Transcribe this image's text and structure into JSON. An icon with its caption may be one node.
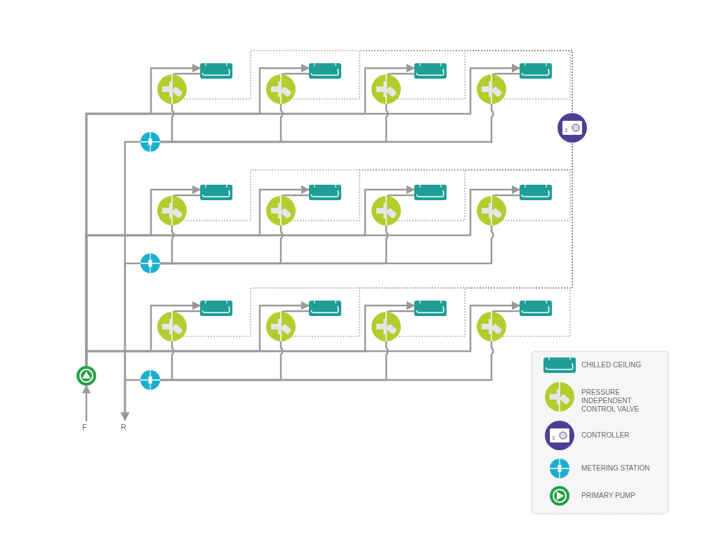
{
  "diagram": {
    "nodes": [
      {
        "text": [],
        "shape": "box"
      },
      {
        "text": [],
        "shape": "circle"
      },
      {
        "text": [],
        "shape": "box"
      },
      {
        "text": [],
        "shape": "circle"
      },
      {
        "text": [],
        "shape": "box"
      },
      {
        "text": [],
        "shape": "circle"
      },
      {
        "text": [],
        "shape": "box"
      },
      {
        "text": [],
        "shape": "circle"
      },
      {
        "text": [],
        "shape": "circle"
      },
      {
        "text": [],
        "shape": "circle"
      },
      {
        "text": [],
        "shape": "box"
      },
      {
        "text": [],
        "shape": "circle"
      },
      {
        "text": [],
        "shape": "box"
      },
      {
        "text": [],
        "shape": "circle"
      },
      {
        "text": [],
        "shape": "box"
      },
      {
        "text": [],
        "shape": "circle"
      },
      {
        "text": [],
        "shape": "box"
      },
      {
        "text": [],
        "shape": "circle"
      },
      {
        "text": [],
        "shape": "circle"
      },
      {
        "text": [],
        "shape": "box"
      },
      {
        "text": [],
        "shape": "circle"
      },
      {
        "text": [],
        "shape": "box"
      },
      {
        "text": [],
        "shape": "circle"
      },
      {
        "text": [],
        "shape": "box"
      },
      {
        "text": [],
        "shape": "circle"
      },
      {
        "text": [],
        "shape": "box"
      },
      {
        "text": [],
        "shape": "circle"
      },
      {
        "text": [],
        "shape": "circle"
      },
      {
        "text": [],
        "shape": "circle"
      },
      {
        "text": [
          "F"
        ]
      },
      {
        "text": [
          "R"
        ]
      }
    ],
    "edges": [
      {
        "from": 29,
        "to": 28,
        "arrow": "to"
      },
      {
        "from": 28,
        "to": 0,
        "arrow": "to"
      },
      {
        "from": 0,
        "to": 1,
        "arrow": "none"
      },
      {
        "from": 1,
        "to": 9,
        "arrow": "none"
      },
      {
        "from": 8,
        "to": 1,
        "arrow": "none",
        "style": "dashed"
      },
      {
        "from": 28,
        "to": 2,
        "arrow": "to"
      },
      {
        "from": 2,
        "to": 3,
        "arrow": "none"
      },
      {
        "from": 3,
        "to": 9,
        "arrow": "none"
      },
      {
        "from": 8,
        "to": 3,
        "arrow": "none",
        "style": "dashed"
      },
      {
        "from": 28,
        "to": 4,
        "arrow": "to"
      },
      {
        "from": 4,
        "to": 5,
        "arrow": "none"
      },
      {
        "from": 5,
        "to": 9,
        "arrow": "none"
      },
      {
        "from": 8,
        "to": 5,
        "arrow": "none",
        "style": "dashed"
      },
      {
        "from": 28,
        "to": 6,
        "arrow": "to"
      },
      {
        "from": 6,
        "to": 7,
        "arrow": "none"
      },
      {
        "from": 7,
        "to": 9,
        "arrow": "none"
      },
      {
        "from": 8,
        "to": 7,
        "arrow": "none",
        "style": "dashed"
      },
      {
        "from": 28,
        "to": 10,
        "arrow": "to"
      },
      {
        "from": 10,
        "to": 11,
        "arrow": "none"
      },
      {
        "from": 11,
        "to": 18,
        "arrow": "none"
      },
      {
        "from": 8,
        "to": 11,
        "arrow": "none",
        "style": "dashed"
      },
      {
        "from": 28,
        "to": 12,
        "arrow": "to"
      },
      {
        "from": 12,
        "to": 13,
        "arrow": "none"
      },
      {
        "from": 13,
        "to": 18,
        "arrow": "none"
      },
      {
        "from": 8,
        "to": 13,
        "arrow": "none",
        "style": "dashed"
      },
      {
        "from": 28,
        "to": 14,
        "arrow": "to"
      },
      {
        "from": 14,
        "to": 15,
        "arrow": "none"
      },
      {
        "from": 15,
        "to": 18,
        "arrow": "none"
      },
      {
        "from": 8,
        "to": 15,
        "arrow": "none",
        "style": "dashed"
      },
      {
        "from": 28,
        "to": 16,
        "arrow": "to"
      },
      {
        "from": 16,
        "to": 17,
        "arrow": "none"
      },
      {
        "from": 17,
        "to": 18,
        "arrow": "none"
      },
      {
        "from": 8,
        "to": 17,
        "arrow": "none",
        "style": "dashed"
      },
      {
        "from": 28,
        "to": 19,
        "arrow": "to"
      },
      {
        "from": 19,
        "to": 20,
        "arrow": "none"
      },
      {
        "from": 20,
        "to": 27,
        "arrow": "none"
      },
      {
        "from": 8,
        "to": 20,
        "arrow": "none",
        "style": "dashed"
      },
      {
        "from": 28,
        "to": 21,
        "arrow": "to"
      },
      {
        "from": 21,
        "to": 22,
        "arrow": "none"
      },
      {
        "from": 22,
        "to": 27,
        "arrow": "none"
      },
      {
        "from": 8,
        "to": 22,
        "arrow": "none",
        "style": "dashed"
      },
      {
        "from": 28,
        "to": 23,
        "arrow": "to"
      },
      {
        "from": 23,
        "to": 24,
        "arrow": "none"
      },
      {
        "from": 24,
        "to": 27,
        "arrow": "none"
      },
      {
        "from": 8,
        "to": 24,
        "arrow": "none",
        "style": "dashed"
      },
      {
        "from": 28,
        "to": 25,
        "arrow": "to"
      },
      {
        "from": 25,
        "to": 26,
        "arrow": "none"
      },
      {
        "from": 26,
        "to": 27,
        "arrow": "none"
      },
      {
        "from": 8,
        "to": 26,
        "arrow": "none",
        "style": "dashed"
      },
      {
        "from": 9,
        "to": 30,
        "arrow": "to"
      },
      {
        "from": 18,
        "to": 30,
        "arrow": "to"
      },
      {
        "from": 27,
        "to": 30,
        "arrow": "to"
      }
    ],
    "legend": [
      {
        "text": "CHILLED CEILING"
      },
      {
        "text": "PRESSURE INDEPENDENT CONTROL VALVE"
      },
      {
        "text": "CONTROLLER"
      },
      {
        "text": "METERING STATION"
      },
      {
        "text": "PRIMARY PUMP"
      }
    ]
  }
}
